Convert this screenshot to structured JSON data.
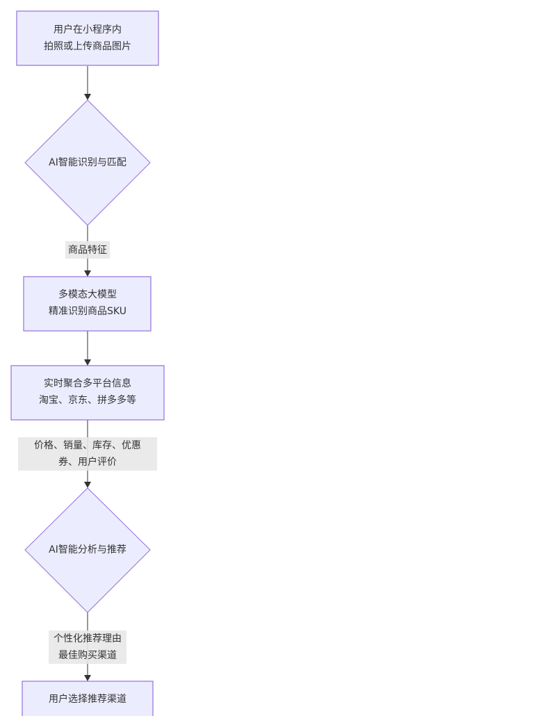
{
  "diagram": {
    "type": "flowchart",
    "direction": "top-down",
    "colors": {
      "node_fill": "#ECECFF",
      "node_stroke": "#9370DB",
      "edge": "#333333",
      "edge_label_bg": "#E8E8E8",
      "text": "#333333"
    },
    "nodes": [
      {
        "id": "n1",
        "shape": "rect",
        "lines": [
          "用户在小程序内",
          "拍照或上传商品图片"
        ]
      },
      {
        "id": "n2",
        "shape": "diamond",
        "lines": [
          "AI智能识别与匹配"
        ]
      },
      {
        "id": "n3",
        "shape": "rect",
        "lines": [
          "多模态大模型",
          "精准识别商品SKU"
        ]
      },
      {
        "id": "n4",
        "shape": "rect",
        "lines": [
          "实时聚合多平台信息",
          "淘宝、京东、拼多多等"
        ]
      },
      {
        "id": "n5",
        "shape": "diamond",
        "lines": [
          "AI智能分析与推荐"
        ]
      },
      {
        "id": "n6",
        "shape": "rect",
        "lines": [
          "用户选择推荐渠道"
        ]
      }
    ],
    "edges": [
      {
        "from": "n1",
        "to": "n2",
        "label_lines": []
      },
      {
        "from": "n2",
        "to": "n3",
        "label_lines": [
          "商品特征"
        ]
      },
      {
        "from": "n3",
        "to": "n4",
        "label_lines": []
      },
      {
        "from": "n4",
        "to": "n5",
        "label_lines": [
          "价格、销量、库存、优惠",
          "券、用户评价"
        ]
      },
      {
        "from": "n5",
        "to": "n6",
        "label_lines": [
          "个性化推荐理由",
          "最佳购买渠道"
        ]
      }
    ]
  }
}
